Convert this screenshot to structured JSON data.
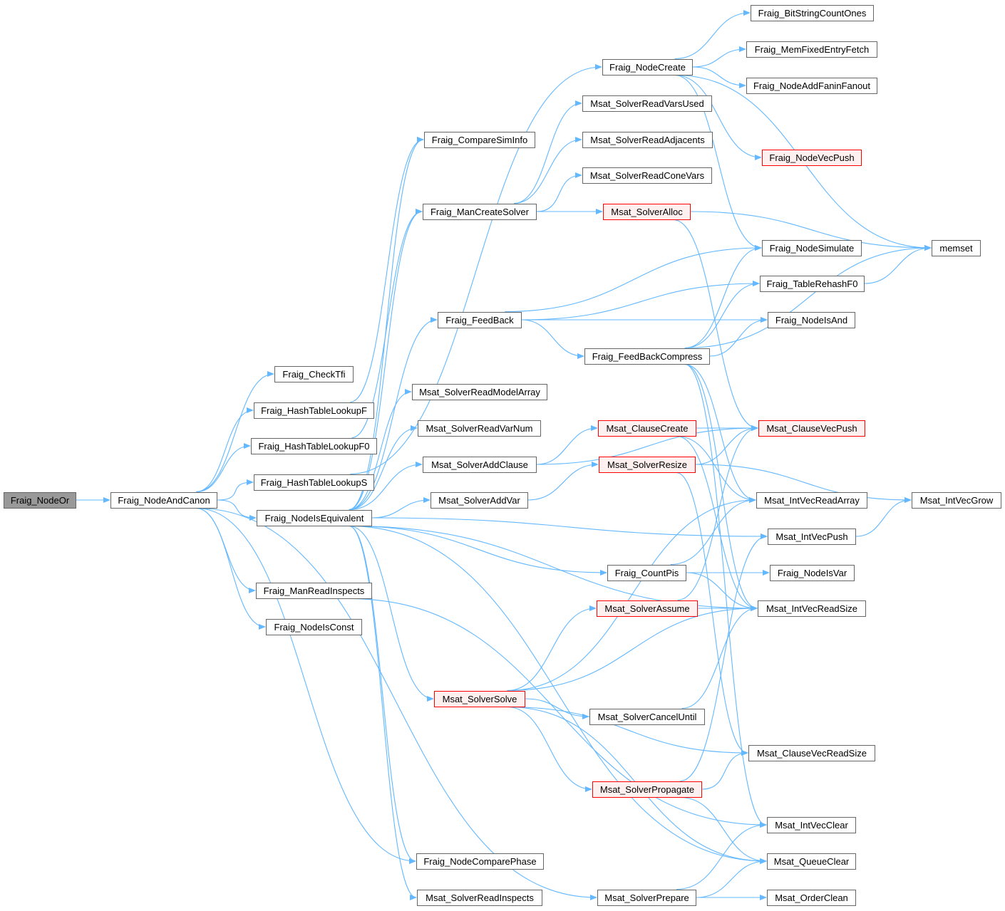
{
  "colors": {
    "edge": "#63b8ff",
    "node_border": "#666666",
    "red_border": "#ff0000",
    "red_fill": "#fff0f0",
    "root_fill": "#999999"
  },
  "nodes": [
    {
      "id": "n0",
      "label": "Fraig_NodeOr",
      "style": "root"
    },
    {
      "id": "n1",
      "label": "Fraig_NodeAndCanon",
      "style": "normal"
    },
    {
      "id": "n2",
      "label": "Fraig_CheckTfi",
      "style": "normal"
    },
    {
      "id": "n3",
      "label": "Fraig_HashTableLookupF",
      "style": "normal"
    },
    {
      "id": "n4",
      "label": "Fraig_HashTableLookupF0",
      "style": "normal"
    },
    {
      "id": "n5",
      "label": "Fraig_HashTableLookupS",
      "style": "normal"
    },
    {
      "id": "n6",
      "label": "Fraig_NodeIsEquivalent",
      "style": "normal"
    },
    {
      "id": "n7",
      "label": "Fraig_ManReadInspects",
      "style": "normal"
    },
    {
      "id": "n8",
      "label": "Fraig_NodeIsConst",
      "style": "normal"
    },
    {
      "id": "n9",
      "label": "Fraig_CompareSimInfo",
      "style": "normal"
    },
    {
      "id": "n10",
      "label": "Fraig_ManCreateSolver",
      "style": "normal"
    },
    {
      "id": "n11",
      "label": "Fraig_FeedBack",
      "style": "normal"
    },
    {
      "id": "n12",
      "label": "Msat_SolverReadModelArray",
      "style": "normal"
    },
    {
      "id": "n13",
      "label": "Msat_SolverReadVarNum",
      "style": "normal"
    },
    {
      "id": "n14",
      "label": "Msat_SolverAddClause",
      "style": "normal"
    },
    {
      "id": "n15",
      "label": "Msat_SolverAddVar",
      "style": "normal"
    },
    {
      "id": "n16",
      "label": "Msat_SolverSolve",
      "style": "red"
    },
    {
      "id": "n17",
      "label": "Fraig_NodeComparePhase",
      "style": "normal"
    },
    {
      "id": "n18",
      "label": "Msat_SolverReadInspects",
      "style": "normal"
    },
    {
      "id": "n19",
      "label": "Fraig_NodeCreate",
      "style": "normal"
    },
    {
      "id": "n20",
      "label": "Msat_SolverReadVarsUsed",
      "style": "normal"
    },
    {
      "id": "n21",
      "label": "Msat_SolverReadAdjacents",
      "style": "normal"
    },
    {
      "id": "n22",
      "label": "Msat_SolverReadConeVars",
      "style": "normal"
    },
    {
      "id": "n23",
      "label": "Msat_SolverAlloc",
      "style": "red"
    },
    {
      "id": "n24",
      "label": "Fraig_FeedBackCompress",
      "style": "normal"
    },
    {
      "id": "n25",
      "label": "Msat_ClauseCreate",
      "style": "red"
    },
    {
      "id": "n26",
      "label": "Msat_SolverResize",
      "style": "red"
    },
    {
      "id": "n27",
      "label": "Fraig_CountPis",
      "style": "normal"
    },
    {
      "id": "n28",
      "label": "Msat_SolverAssume",
      "style": "red"
    },
    {
      "id": "n29",
      "label": "Msat_SolverCancelUntil",
      "style": "normal"
    },
    {
      "id": "n30",
      "label": "Msat_SolverPropagate",
      "style": "red"
    },
    {
      "id": "n31",
      "label": "Msat_SolverPrepare",
      "style": "normal"
    },
    {
      "id": "n32",
      "label": "Fraig_BitStringCountOnes",
      "style": "normal"
    },
    {
      "id": "n33",
      "label": "Fraig_MemFixedEntryFetch",
      "style": "normal"
    },
    {
      "id": "n34",
      "label": "Fraig_NodeAddFaninFanout",
      "style": "normal"
    },
    {
      "id": "n35",
      "label": "Fraig_NodeVecPush",
      "style": "red"
    },
    {
      "id": "n36",
      "label": "Fraig_NodeSimulate",
      "style": "normal"
    },
    {
      "id": "n37",
      "label": "Fraig_TableRehashF0",
      "style": "normal"
    },
    {
      "id": "n38",
      "label": "Fraig_NodeIsAnd",
      "style": "normal"
    },
    {
      "id": "n39",
      "label": "Msat_ClauseVecPush",
      "style": "red"
    },
    {
      "id": "n40",
      "label": "Msat_IntVecReadArray",
      "style": "normal"
    },
    {
      "id": "n41",
      "label": "Msat_IntVecPush",
      "style": "normal"
    },
    {
      "id": "n42",
      "label": "Fraig_NodeIsVar",
      "style": "normal"
    },
    {
      "id": "n43",
      "label": "Msat_IntVecReadSize",
      "style": "normal"
    },
    {
      "id": "n44",
      "label": "Msat_ClauseVecReadSize",
      "style": "normal"
    },
    {
      "id": "n45",
      "label": "Msat_IntVecClear",
      "style": "normal"
    },
    {
      "id": "n46",
      "label": "Msat_QueueClear",
      "style": "normal"
    },
    {
      "id": "n47",
      "label": "Msat_OrderClean",
      "style": "normal"
    },
    {
      "id": "n48",
      "label": "memset",
      "style": "normal"
    },
    {
      "id": "n49",
      "label": "Msat_IntVecGrow",
      "style": "normal"
    }
  ],
  "edges": [
    [
      "n0",
      "n1"
    ],
    [
      "n1",
      "n2"
    ],
    [
      "n1",
      "n3"
    ],
    [
      "n1",
      "n4"
    ],
    [
      "n1",
      "n5"
    ],
    [
      "n1",
      "n6"
    ],
    [
      "n1",
      "n7"
    ],
    [
      "n1",
      "n8"
    ],
    [
      "n1",
      "n31"
    ],
    [
      "n1",
      "n17"
    ],
    [
      "n3",
      "n9"
    ],
    [
      "n4",
      "n10"
    ],
    [
      "n5",
      "n19"
    ],
    [
      "n7",
      "n45"
    ],
    [
      "n6",
      "n9"
    ],
    [
      "n6",
      "n10"
    ],
    [
      "n6",
      "n11"
    ],
    [
      "n6",
      "n12"
    ],
    [
      "n6",
      "n13"
    ],
    [
      "n6",
      "n14"
    ],
    [
      "n6",
      "n15"
    ],
    [
      "n6",
      "n41"
    ],
    [
      "n6",
      "n27"
    ],
    [
      "n6",
      "n43"
    ],
    [
      "n6",
      "n16"
    ],
    [
      "n6",
      "n17"
    ],
    [
      "n6",
      "n18"
    ],
    [
      "n6",
      "n46"
    ],
    [
      "n19",
      "n32"
    ],
    [
      "n19",
      "n33"
    ],
    [
      "n19",
      "n34"
    ],
    [
      "n19",
      "n48"
    ],
    [
      "n19",
      "n35"
    ],
    [
      "n19",
      "n36"
    ],
    [
      "n10",
      "n20"
    ],
    [
      "n10",
      "n21"
    ],
    [
      "n10",
      "n22"
    ],
    [
      "n10",
      "n23"
    ],
    [
      "n23",
      "n48"
    ],
    [
      "n23",
      "n39"
    ],
    [
      "n11",
      "n36"
    ],
    [
      "n11",
      "n37"
    ],
    [
      "n11",
      "n38"
    ],
    [
      "n11",
      "n24"
    ],
    [
      "n24",
      "n36"
    ],
    [
      "n24",
      "n37"
    ],
    [
      "n24",
      "n38"
    ],
    [
      "n24",
      "n48"
    ],
    [
      "n24",
      "n40"
    ],
    [
      "n24",
      "n43"
    ],
    [
      "n24",
      "n45"
    ],
    [
      "n37",
      "n48"
    ],
    [
      "n14",
      "n25"
    ],
    [
      "n14",
      "n39"
    ],
    [
      "n25",
      "n39"
    ],
    [
      "n25",
      "n40"
    ],
    [
      "n25",
      "n43"
    ],
    [
      "n15",
      "n26"
    ],
    [
      "n26",
      "n39"
    ],
    [
      "n26",
      "n49"
    ],
    [
      "n26",
      "n44"
    ],
    [
      "n41",
      "n49"
    ],
    [
      "n27",
      "n40"
    ],
    [
      "n27",
      "n42"
    ],
    [
      "n27",
      "n43"
    ],
    [
      "n28",
      "n39"
    ],
    [
      "n28",
      "n43"
    ],
    [
      "n16",
      "n40"
    ],
    [
      "n16",
      "n28"
    ],
    [
      "n16",
      "n43"
    ],
    [
      "n16",
      "n29"
    ],
    [
      "n16",
      "n44"
    ],
    [
      "n16",
      "n30"
    ],
    [
      "n16",
      "n46"
    ],
    [
      "n29",
      "n43"
    ],
    [
      "n30",
      "n44"
    ],
    [
      "n30",
      "n41"
    ],
    [
      "n30",
      "n46"
    ],
    [
      "n31",
      "n45"
    ],
    [
      "n31",
      "n46"
    ],
    [
      "n31",
      "n47"
    ]
  ]
}
